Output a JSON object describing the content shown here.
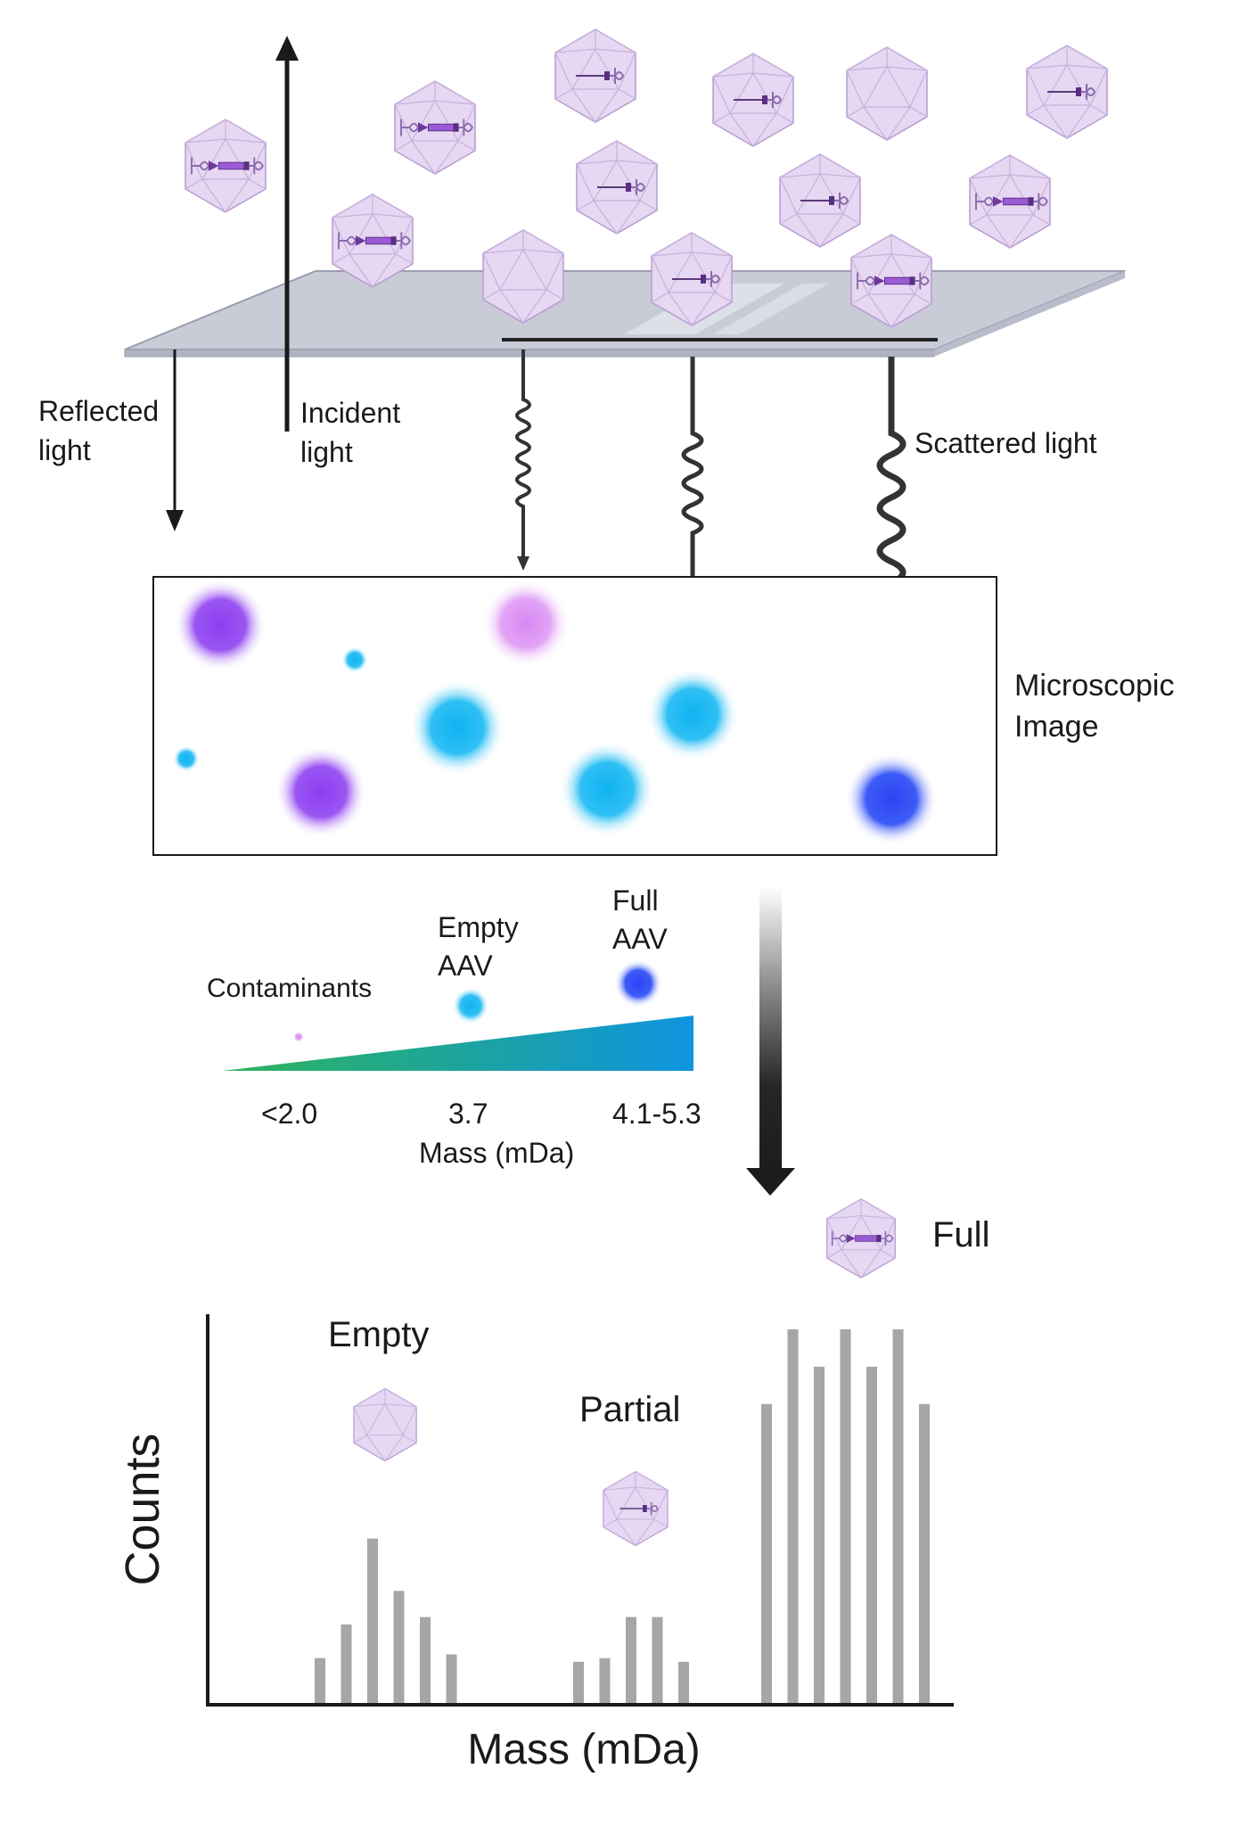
{
  "labels": {
    "reflected_line1": "Reflected",
    "reflected_line2": "light",
    "incident_line1": "Incident",
    "incident_line2": "light",
    "scattered": "Scattered  light",
    "microscopic_line1": "Microscopic",
    "microscopic_line2": "Image"
  },
  "mass_scale": {
    "contaminants": "Contaminants",
    "empty_line1": "Empty",
    "empty_line2": "AAV",
    "full_line1": "Full",
    "full_line2": "AAV",
    "tick_low": "<2.0",
    "tick_mid": "3.7",
    "tick_high": "4.1-5.3",
    "axis_title": "Mass (mDa)"
  },
  "histogram": {
    "xlabel": "Mass (mDa)",
    "ylabel": "Counts",
    "group_empty": "Empty",
    "group_partial": "Partial",
    "group_full": "Full"
  },
  "colors": {
    "capsid_fill": "#e6d7f2",
    "capsid_stroke": "#b79ccf",
    "dna_purple": "#8b50c6",
    "spot_purple": "#8a3ff0",
    "spot_pink": "#dd8cf2",
    "spot_cyan": "#17b8f2",
    "spot_blue": "#2e4cf5",
    "bar_gray": "#a6a6a6",
    "slide_fill": "#c9ccd7",
    "gradient_start": "#2cb45a",
    "gradient_end": "#0f94df"
  },
  "chart_data": {
    "type": "bar",
    "xlabel": "Mass (mDa)",
    "ylabel": "Counts",
    "groups": [
      "Empty",
      "Partial",
      "Full"
    ],
    "series": [
      {
        "values": [
          1.2,
          2.1,
          4.4,
          3.0,
          2.3,
          1.3
        ]
      },
      {
        "values": [
          1.1,
          1.2,
          2.3,
          2.3,
          1.1
        ]
      },
      {
        "values": [
          8.0,
          10.0,
          9.0,
          10.0,
          9.0,
          10.0,
          8.0
        ]
      }
    ],
    "ylim": [
      0,
      10.5
    ],
    "grid": false
  }
}
